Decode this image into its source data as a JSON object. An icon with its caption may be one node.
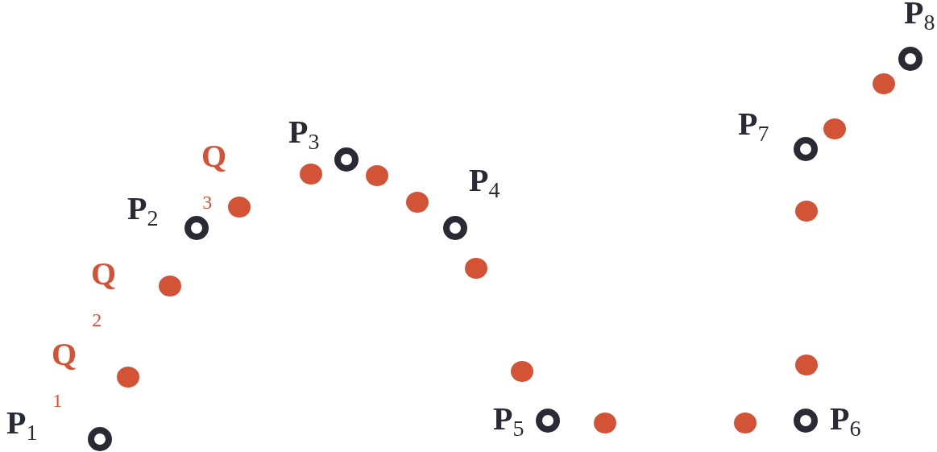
{
  "diagram": {
    "labels": [
      "P$_{8}$",
      "P$_{7}$",
      "P$_{3}$",
      "Q$_{3}$",
      "P$_{2}$",
      "P$_{4}$",
      "Q$_{2}$",
      "Q$_{1}$",
      "P$_{1}$",
      "P$_{5}$",
      "P$_{6}$"
    ]
  }
}
